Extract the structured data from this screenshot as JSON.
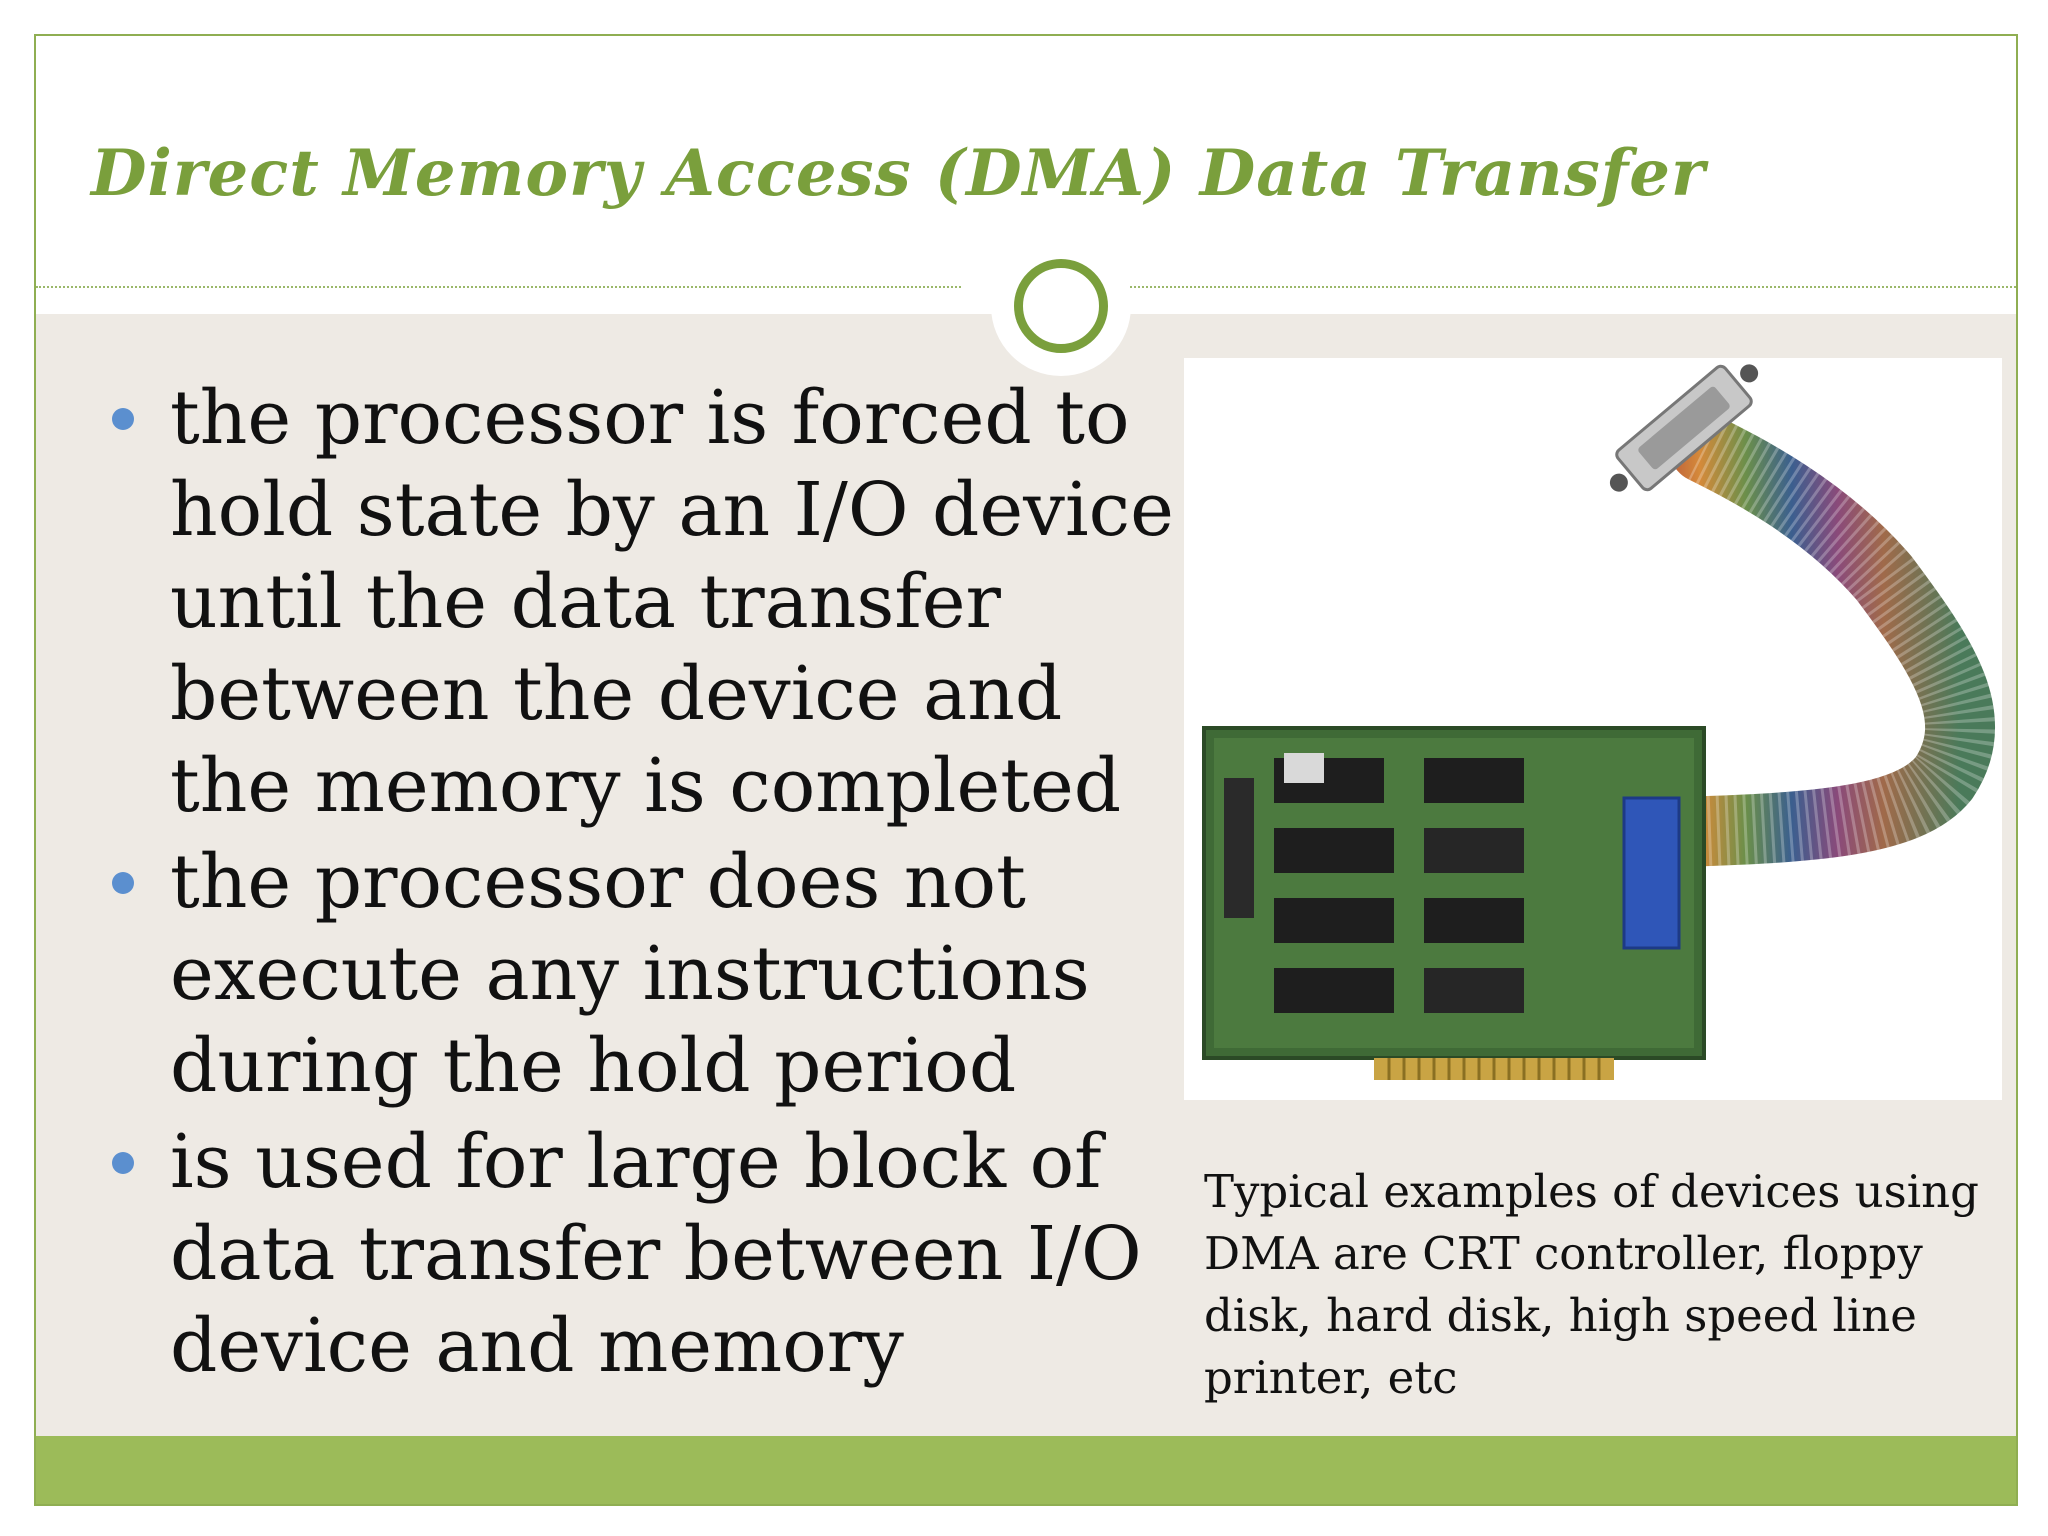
{
  "slide": {
    "title": "Direct Memory Access (DMA) Data Transfer",
    "bullets": [
      "the processor is forced to hold state by an I/O device until the data transfer between the device and the memory is completed",
      "the processor does not execute any instructions during the hold period",
      "is used for large block of data transfer between I/O device and memory"
    ],
    "caption": "Typical examples of devices using DMA are CRT controller, floppy disk, hard disk, high speed line printer, etc"
  },
  "colors": {
    "title_green": "#7a9f3c",
    "footer_green": "#9cbb59",
    "content_background": "#eeeae4",
    "bullet_blue": "#5b8fcf"
  },
  "icons": {
    "bullet": "filled-circle-bullet",
    "title_ornament": "ring-circle"
  }
}
